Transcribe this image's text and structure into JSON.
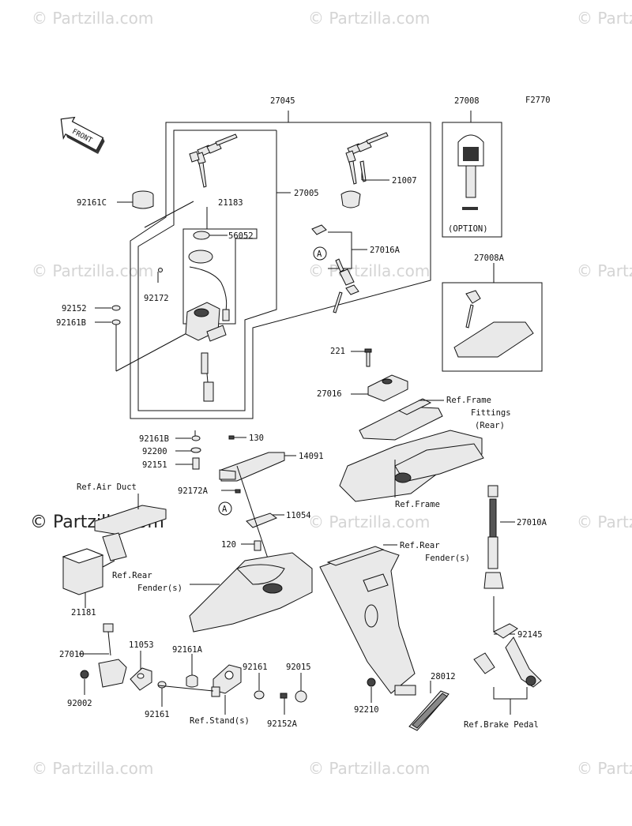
{
  "watermark": "© Partzilla.com",
  "figure_id": "F2770",
  "front_label": "FRONT",
  "labels": {
    "p27045": "27045",
    "p27008": "27008",
    "p27005": "27005",
    "p21007": "21007",
    "p92161C": "92161C",
    "p21183": "21183",
    "p56052": "56052",
    "p27016A": "27016A",
    "circleA": "A",
    "circleA2": "A",
    "p92172": "92172",
    "p92152": "92152",
    "p92161B": "92161B",
    "option": "(OPTION)",
    "p27008A": "27008A",
    "p221": "221",
    "p27016": "27016",
    "ref_frame_fittings_1": "Ref.Frame",
    "ref_frame_fittings_2": "Fittings",
    "ref_frame_fittings_3": "(Rear)",
    "ref_frame": "Ref.Frame",
    "p92161B_2": "92161B",
    "p92200": "92200",
    "p92151": "92151",
    "p130": "130",
    "p14091": "14091",
    "ref_air_duct": "Ref.Air Duct",
    "p92172A": "92172A",
    "p11054": "11054",
    "p120": "120",
    "p27010A": "27010A",
    "ref_rear_fender_1": "Ref.Rear",
    "ref_rear_fender_2": "Fender(s)",
    "ref_rear_fender_3": "Ref.Rear",
    "ref_rear_fender_4": "Fender(s)",
    "p21181": "21181",
    "p92145": "92145",
    "p27010": "27010",
    "p11053": "11053",
    "p92161A": "92161A",
    "p92161": "92161",
    "p92015": "92015",
    "p28012": "28012",
    "p92002": "92002",
    "p92161_2": "92161",
    "ref_stand": "Ref.Stand(s)",
    "p92152A": "92152A",
    "p92210": "92210",
    "ref_brake_pedal": "Ref.Brake Pedal"
  }
}
